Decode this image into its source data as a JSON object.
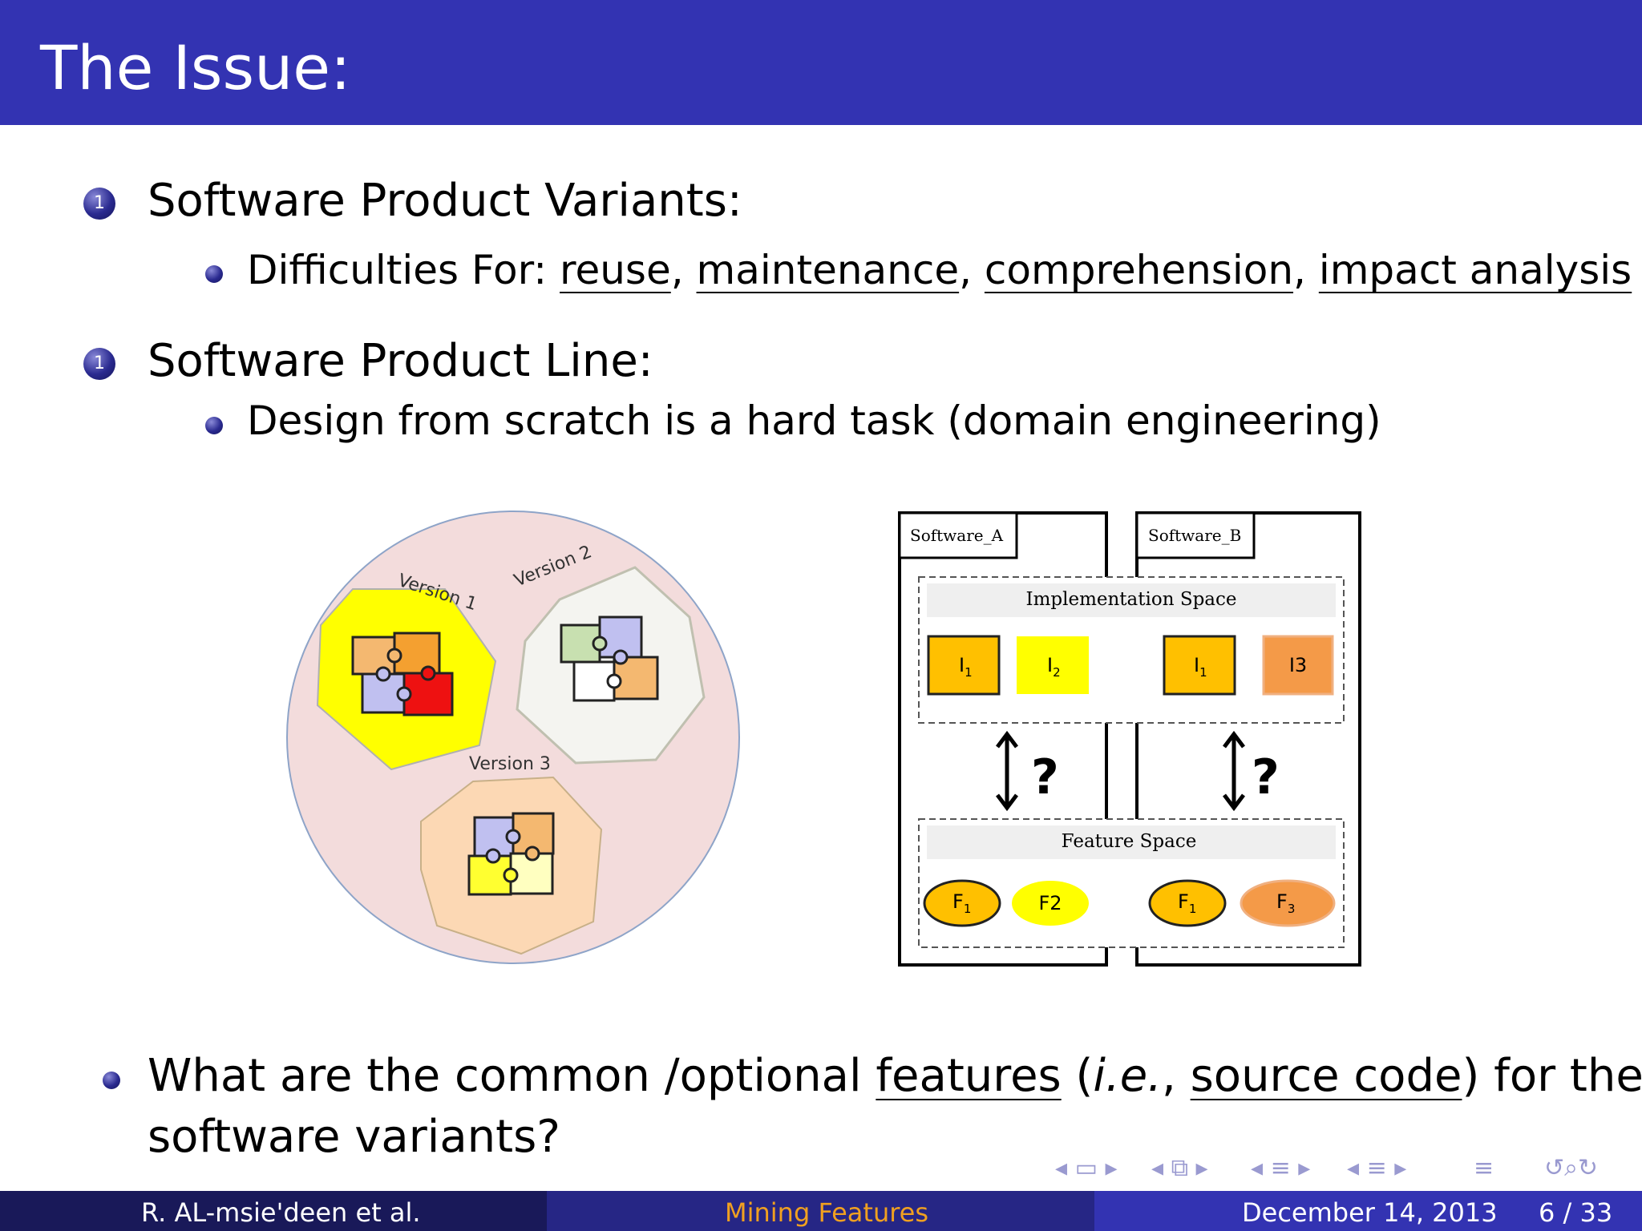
{
  "header": {
    "title": "The Issue:"
  },
  "items": [
    {
      "number": "1",
      "title": "Software Product Variants:",
      "sub_prefix": "Difficulties For:",
      "sub_terms": [
        "reuse",
        "maintenance",
        "comprehension",
        "impact analysis"
      ]
    },
    {
      "number": "1",
      "title": "Software Product Line:",
      "sub_text": "Design from scratch is a hard task (domain engineering)"
    }
  ],
  "figure_left": {
    "versions": [
      "Version 1",
      "Version 2",
      "Version 3"
    ],
    "colors": {
      "circle": "#f3dcdc",
      "v1": "#ffff00",
      "v2": "#f4f4f0",
      "v3": "#fcd8b4"
    }
  },
  "figure_right": {
    "software_a": "Software_A",
    "software_b": "Software_B",
    "implementation_space": "Implementation  Space",
    "feature_space": "Feature Space",
    "impl_a": [
      "I",
      "I"
    ],
    "impl_a_subs": [
      "1",
      "2"
    ],
    "impl_b": [
      "I",
      "I3"
    ],
    "impl_b_subs": [
      "1",
      ""
    ],
    "feat_a": [
      "F",
      "F2"
    ],
    "feat_a_subs": [
      "1",
      ""
    ],
    "feat_b": [
      "F",
      "F"
    ],
    "feat_b_subs": [
      "1",
      "3"
    ],
    "question": "?"
  },
  "question": {
    "before": "What are the common /optional",
    "term1": "features",
    "paren_open": "(",
    "ie": "i.e.",
    "comma": ",",
    "term2": "source code",
    "after": ") for these",
    "line2": "software variants?"
  },
  "footer": {
    "author": "R. AL-msie'deen et al.",
    "title": "Mining Features",
    "date": "December 14, 2013",
    "page": "6 / 33"
  },
  "nav_icons": [
    "nav-frame-icon",
    "nav-subsection-icon",
    "nav-section-icon",
    "nav-doc-icon",
    "nav-align-icon",
    "search-icon"
  ]
}
